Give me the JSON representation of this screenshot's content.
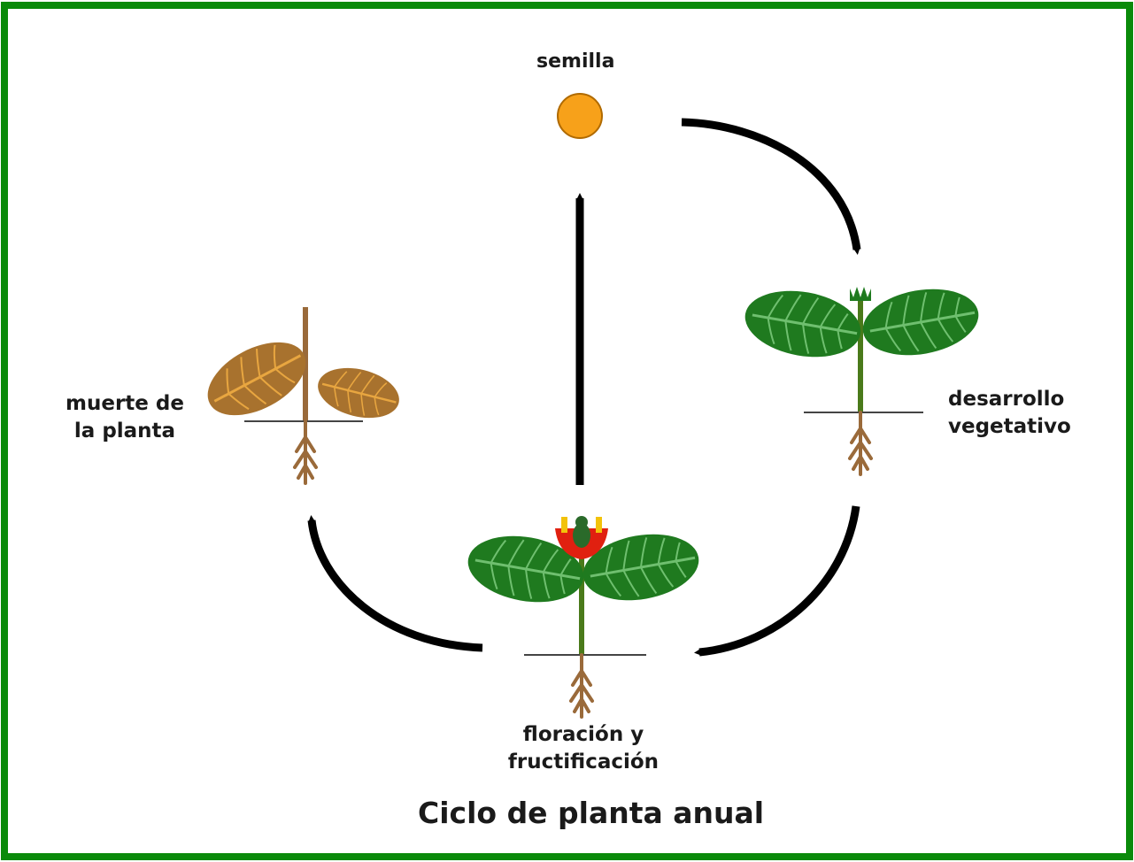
{
  "title": "Ciclo de planta anual",
  "stages": {
    "seed": {
      "lines": [
        "semilla"
      ]
    },
    "vegetative": {
      "lines": [
        "desarrollo",
        "vegetativo"
      ]
    },
    "flowering": {
      "lines": [
        "floración y",
        "fructificación"
      ]
    },
    "death": {
      "lines": [
        "muerte de",
        "la planta"
      ]
    }
  },
  "colors": {
    "frame": "#0a8a0a",
    "seed": "#f7a11a",
    "leaf_green": "#1f7a1f",
    "stem_green": "#4a7a1a",
    "dead_leaf": "#a8722e",
    "dead_vein": "#e8a640",
    "root": "#9a6a3a",
    "flower_red": "#e02010",
    "flower_yellow": "#f2c20a",
    "arrow": "#000000"
  },
  "icons": {
    "seed": "seed-icon",
    "vegetative_plant": "seedling-icon",
    "flowering_plant": "flowering-plant-icon",
    "dead_plant": "withered-plant-icon"
  }
}
